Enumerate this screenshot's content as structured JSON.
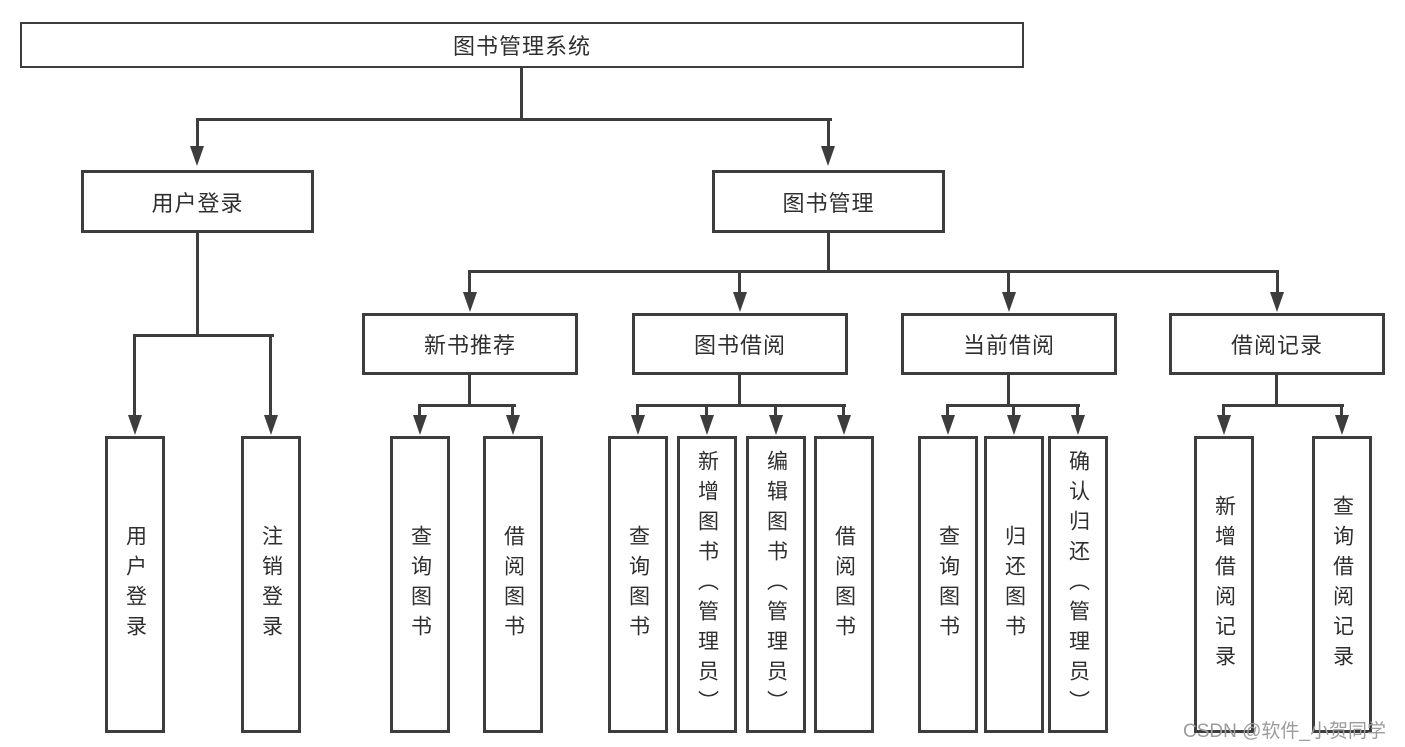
{
  "root": {
    "label": "图书管理系统"
  },
  "level2": [
    {
      "label": "用户登录"
    },
    {
      "label": "图书管理"
    }
  ],
  "level3": [
    {
      "label": "新书推荐",
      "parent": "图书管理"
    },
    {
      "label": "图书借阅",
      "parent": "图书管理"
    },
    {
      "label": "当前借阅",
      "parent": "图书管理"
    },
    {
      "label": "借阅记录",
      "parent": "图书管理"
    }
  ],
  "leaves": [
    {
      "label": "用户登录",
      "parent": "用户登录"
    },
    {
      "label": "注销登录",
      "parent": "用户登录"
    },
    {
      "label": "查询图书",
      "parent": "新书推荐"
    },
    {
      "label": "借阅图书",
      "parent": "新书推荐"
    },
    {
      "label": "查询图书",
      "parent": "图书借阅"
    },
    {
      "label": "新增图书（管理员）",
      "parent": "图书借阅"
    },
    {
      "label": "编辑图书（管理员）",
      "parent": "图书借阅"
    },
    {
      "label": "借阅图书",
      "parent": "图书借阅"
    },
    {
      "label": "查询图书",
      "parent": "当前借阅"
    },
    {
      "label": "归还图书",
      "parent": "当前借阅"
    },
    {
      "label": "确认归还（管理员）",
      "parent": "当前借阅"
    },
    {
      "label": "新增借阅记录",
      "parent": "借阅记录"
    },
    {
      "label": "查询借阅记录",
      "parent": "借阅记录"
    }
  ],
  "watermark": {
    "text": "CSDN @软件_小贺同学"
  },
  "colors": {
    "line": "#3d3d3d",
    "text": "#2f2f2f",
    "watermark": "#9c9c9c",
    "background": "#ffffff"
  }
}
